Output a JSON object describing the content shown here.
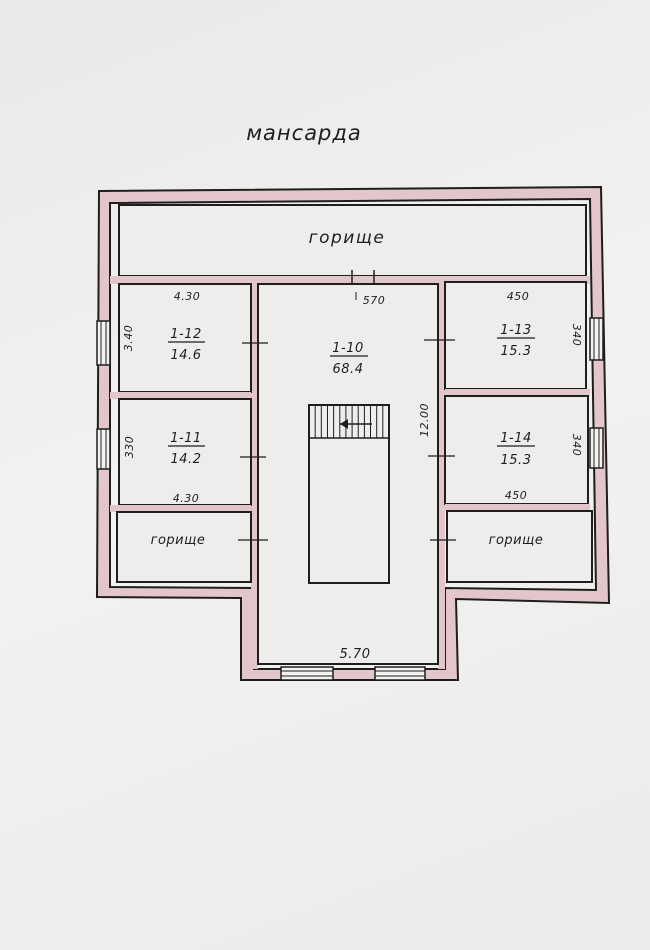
{
  "plan": {
    "title": "мансарда",
    "rooms": {
      "attic_top": {
        "label": "горище"
      },
      "hall": {
        "number": "1-10",
        "area": "68.4"
      },
      "room_tl": {
        "number": "1-12",
        "area": "14.6"
      },
      "room_bl": {
        "number": "1-11",
        "area": "14.2"
      },
      "room_tr": {
        "number": "1-13",
        "area": "15.3"
      },
      "room_br": {
        "number": "1-14",
        "area": "15.3"
      },
      "attic_bl": {
        "label": "горище"
      },
      "attic_br": {
        "label": "горище"
      }
    },
    "dimensions": {
      "tl_width": "4.30",
      "tl_height": "3.40",
      "bl_height": "330",
      "bl_width": "4.30",
      "hall_top_width": "570",
      "hall_length": "12.00",
      "hall_bottom_width": "5.70",
      "tr_width": "450",
      "tr_height": "340",
      "br_height": "340",
      "br_width": "450"
    },
    "colors": {
      "ink": "#1e1e1e",
      "wall_fill": "#e3c6ca"
    }
  }
}
